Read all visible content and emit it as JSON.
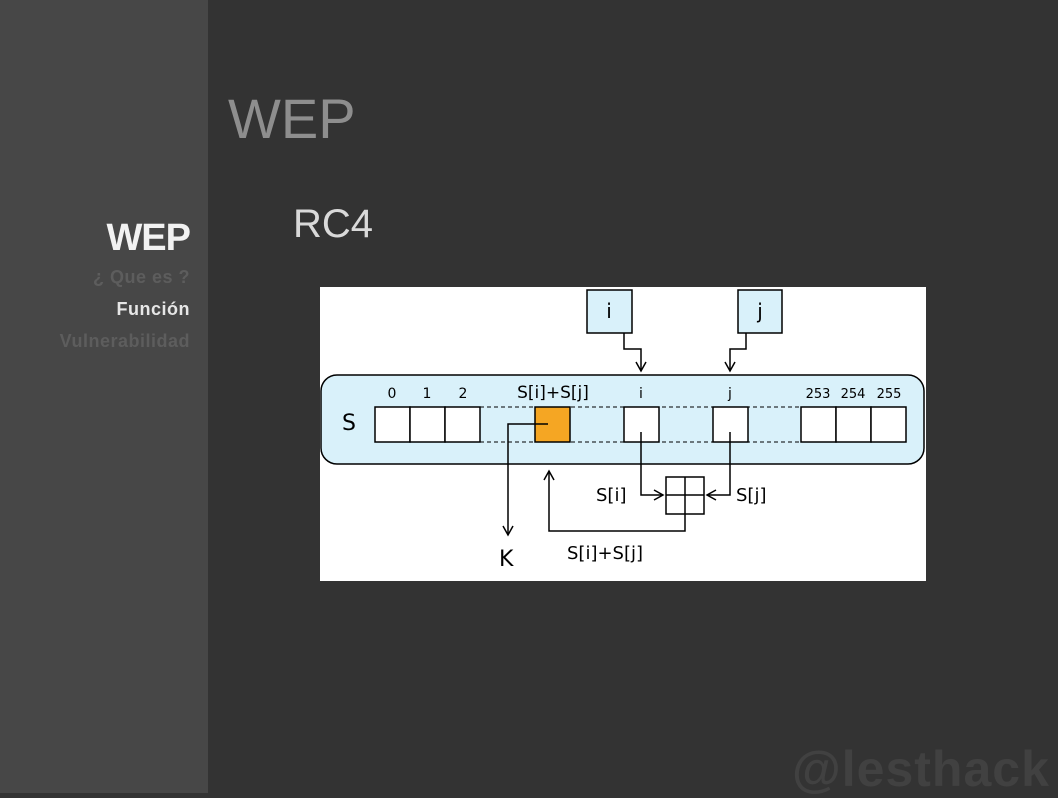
{
  "title": "WEP",
  "subtitle": "RC4",
  "nav": {
    "section": "WEP",
    "items": [
      {
        "label": "¿ Que es ?",
        "active": false
      },
      {
        "label": "Función",
        "active": true
      },
      {
        "label": "Vulnerabilidad",
        "active": false
      }
    ]
  },
  "diagram": {
    "pointer_i": "i",
    "pointer_j": "j",
    "array_name": "S",
    "index_0": "0",
    "index_1": "1",
    "index_2": "2",
    "index_sum": "S[i]+S[j]",
    "index_i": "i",
    "index_j": "j",
    "index_253": "253",
    "index_254": "254",
    "index_255": "255",
    "label_si": "S[i]",
    "label_sj": "S[j]",
    "label_sum": "S[i]+S[j]",
    "output": "K"
  },
  "colors": {
    "highlight": "#f5a623",
    "array_fill": "#d9f1fa"
  },
  "watermark": "@lesthack"
}
